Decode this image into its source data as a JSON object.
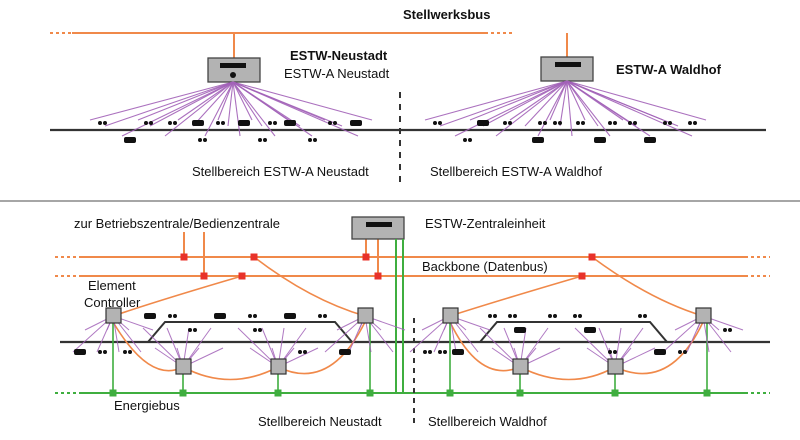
{
  "top": {
    "bus_label": "Stellwerksbus",
    "neustadt": {
      "title": "ESTW-Neustadt",
      "subtitle": "ESTW-A Neustadt",
      "area": "Stellbereich ESTW-A Neustadt"
    },
    "waldhof": {
      "title": "ESTW-A Waldhof",
      "area": "Stellbereich ESTW-A Waldhof"
    }
  },
  "bottom": {
    "zentrale_label": "zur Betriebszentrale/Bedienzentrale",
    "central_unit": "ESTW-Zentraleinheit",
    "backbone": "Backbone (Datenbus)",
    "element_controller_line1": "Element",
    "element_controller_line2": "Controller",
    "energiebus": "Energiebus",
    "area_neustadt": "Stellbereich Neustadt",
    "area_waldhof": "Stellbereich Waldhof"
  },
  "colors": {
    "data_bus": "#f0894a",
    "connector": "#e8322a",
    "energy_bus": "#3fae3f",
    "signal_lines": "#a262b8",
    "track": "#333333",
    "device_fill": "#b3b3b3"
  }
}
